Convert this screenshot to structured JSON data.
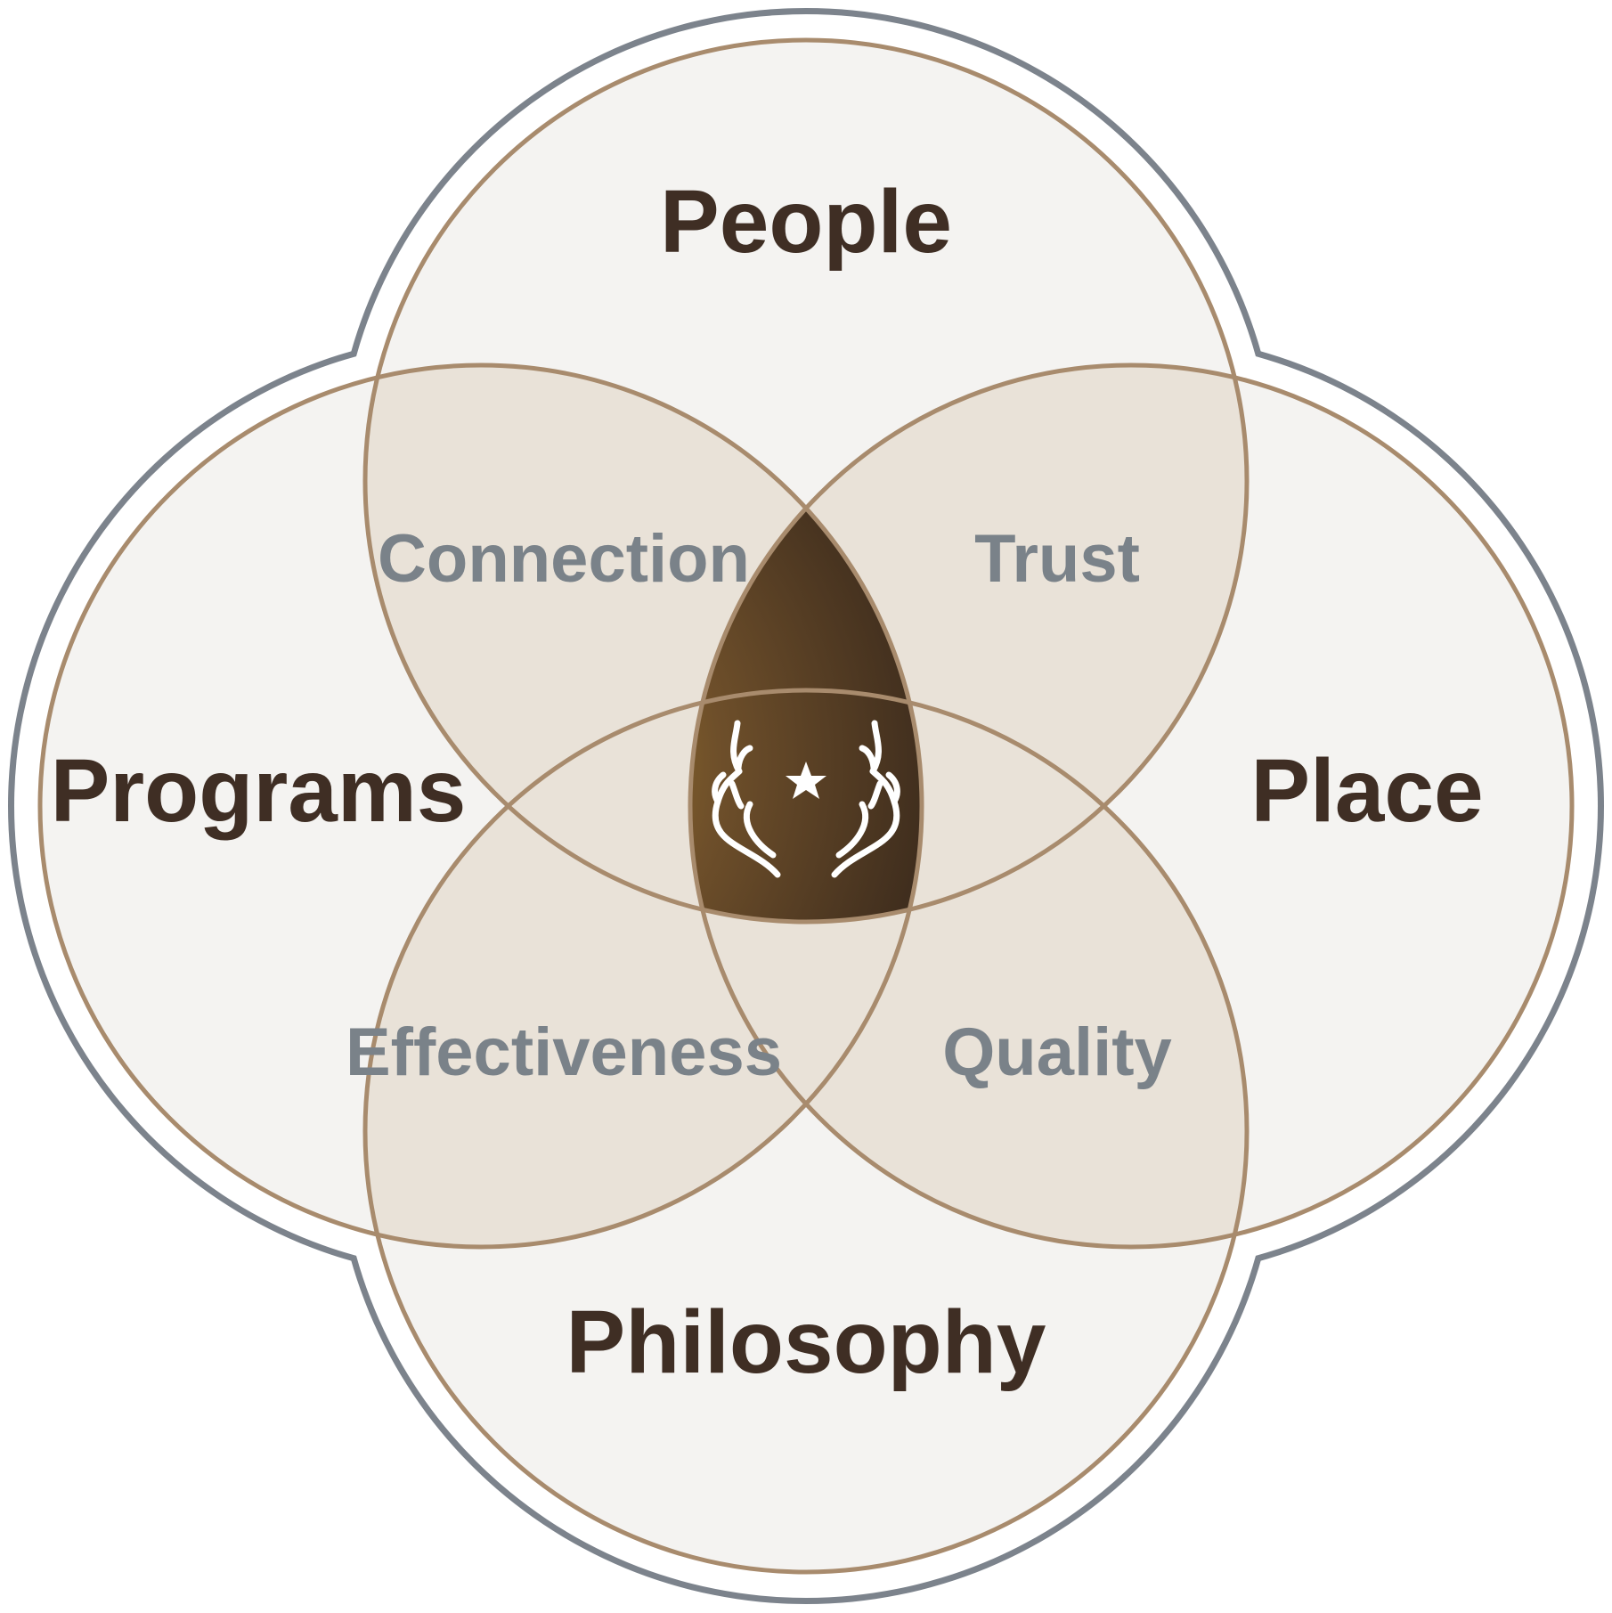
{
  "labels": {
    "people": "People",
    "programs": "Programs",
    "place": "Place",
    "philosophy": "Philosophy",
    "connection": "Connection",
    "trust": "Trust",
    "effectiveness": "Effectiveness",
    "quality": "Quality"
  },
  "colors": {
    "outer_border": "#7c838c",
    "circle_stroke": "#a88b6d",
    "circle_fill": "#f4f3f1",
    "overlap_fill": "#e9e2d8",
    "center_dark": "#3a2a20",
    "center_glow": "#b38a2e",
    "outer_text": "#3f2e24",
    "inner_text": "#7a8289"
  },
  "icons": {
    "center": "antlers-star-emblem"
  }
}
